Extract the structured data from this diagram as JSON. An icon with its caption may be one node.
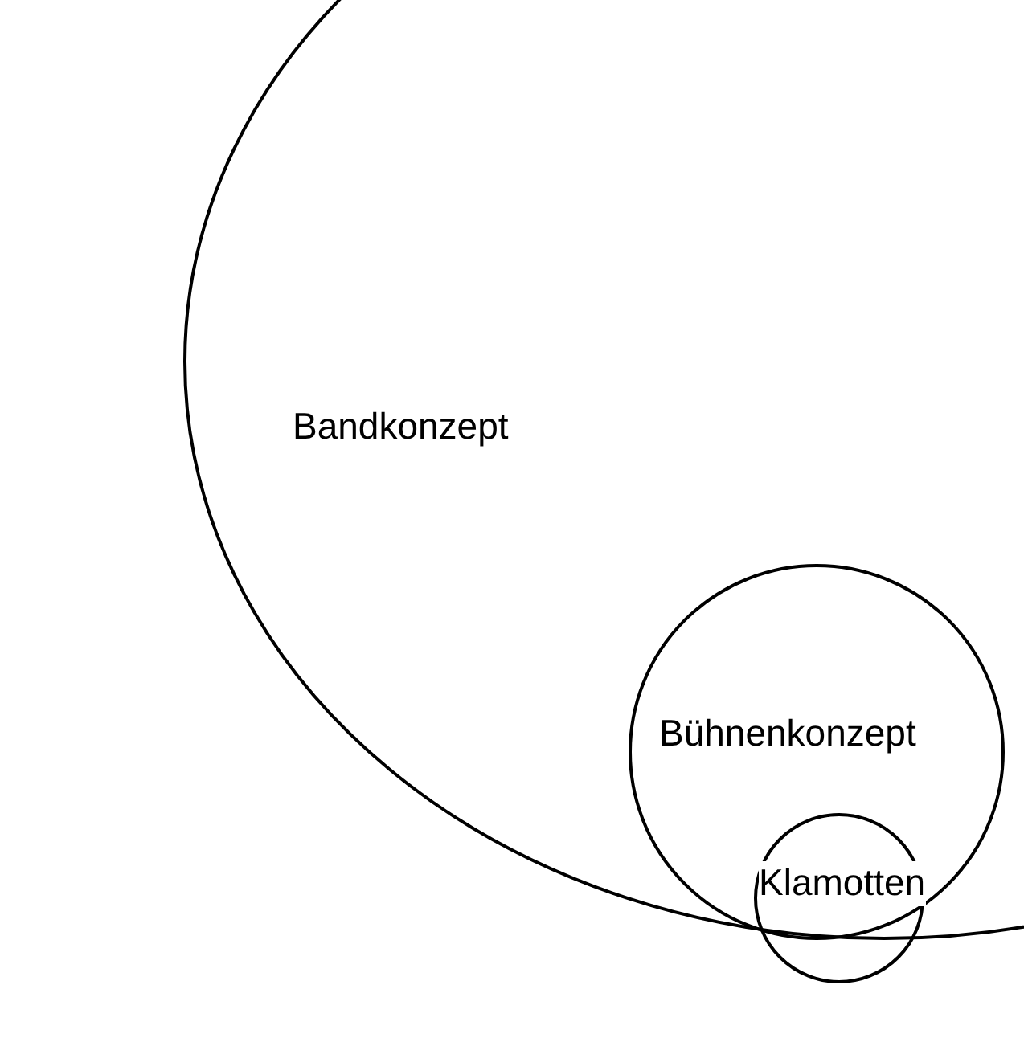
{
  "diagram": {
    "nodes": [
      {
        "text": [
          "Bandkonzept"
        ]
      },
      {
        "text": [
          "Bühnenkonzept"
        ],
        "in": 0
      },
      {
        "text": [
          "Klamotten"
        ]
      }
    ]
  }
}
